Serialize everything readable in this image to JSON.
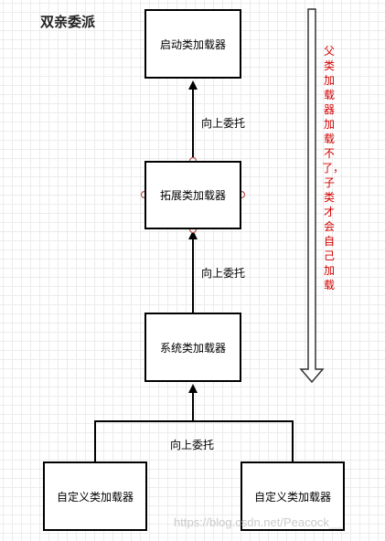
{
  "diagram": {
    "title": "双亲委派",
    "nodes": {
      "bootstrap": "启动类加载器",
      "extension": "拓展类加载器",
      "system": "系统类加载器",
      "custom_left": "自定义类加载器",
      "custom_right": "自定义类加载器"
    },
    "edge_labels": {
      "ext_to_boot": "向上委托",
      "sys_to_ext": "向上委托",
      "custom_to_sys": "向上委托"
    },
    "side_note": "父类加载器加载不了，子类才会自己加载",
    "watermark": "https://blog.csdn.net/Peacock__"
  },
  "colors": {
    "note": "#d40000",
    "stroke": "#000000",
    "handle": "#b85450"
  }
}
